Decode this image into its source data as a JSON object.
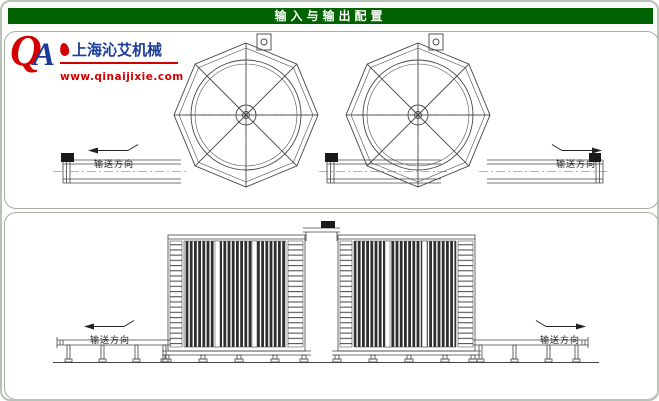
{
  "header": {
    "title": "输入与输出配置"
  },
  "logo": {
    "monogram_q": "Q",
    "monogram_a": "A",
    "company_name": "上海沁艾机械",
    "website": "www.qinaijixie.com"
  },
  "labels": {
    "top_left": "输送方向",
    "top_right": "输送方向",
    "bottom_left": "输送方向",
    "bottom_right": "输送方向"
  },
  "colors": {
    "header_bg": "#006200",
    "header_text": "#ffffff",
    "brand_red": "#d40000",
    "brand_blue": "#1c3b9a",
    "drawing_line": "#444444",
    "panel_border": "#a8b0a8"
  }
}
